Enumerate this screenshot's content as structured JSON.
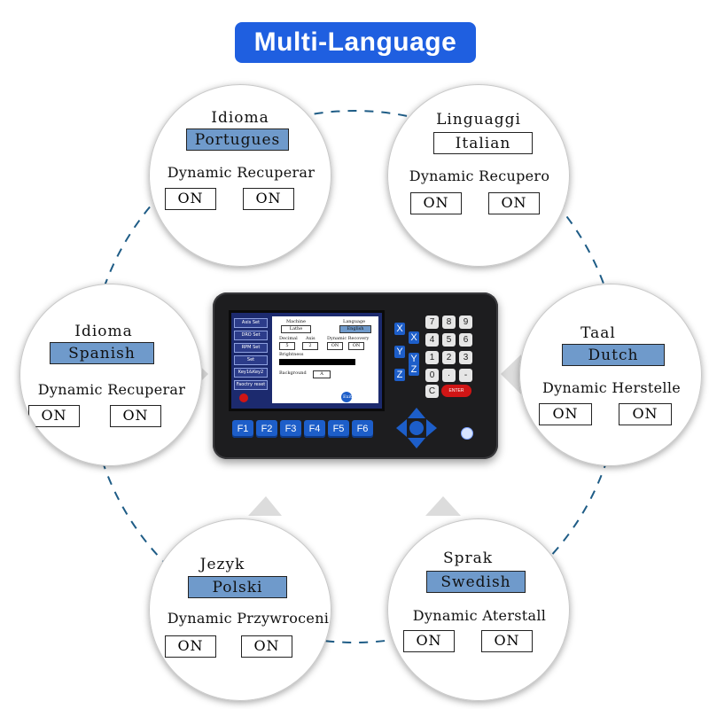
{
  "banner": {
    "title": "Multi-Language"
  },
  "device": {
    "sidebar": [
      "Axis Set",
      "DRO Set",
      "RPM Set",
      "Set",
      "Key1&Key2",
      "Faoctry reset"
    ],
    "fields": {
      "machine_label": "Machine",
      "machine_value": "Lathe",
      "language_label": "Language",
      "language_value": "English",
      "decimal_label": "Decimal",
      "decimal_value": "5",
      "axis_label": "Axis",
      "axis_value": "2",
      "dyn_label": "Dynamic Recovery",
      "dyn_on1": "ON",
      "dyn_on2": "ON",
      "brightness_label": "Brightness",
      "background_label": "Background",
      "background_value": "A",
      "exit_label": "Exit"
    },
    "axis_keys": [
      "X",
      "X",
      "Y",
      "Y",
      "Z",
      "Z"
    ],
    "num_keys": [
      "7",
      "8",
      "9",
      "4",
      "5",
      "6",
      "1",
      "2",
      "3",
      "0",
      "·",
      "-",
      "C"
    ],
    "enter_label": "ENTER",
    "f_keys": [
      "F1",
      "F2",
      "F3",
      "F4",
      "F5",
      "F6"
    ]
  },
  "bubbles": [
    {
      "id": "portuguese",
      "language_label": "Idioma",
      "language_value": "Portugues",
      "selected": true,
      "dynamic_label": "Dynamic Recuperar",
      "on1": "ON",
      "on2": "ON"
    },
    {
      "id": "italian",
      "language_label": "Linguaggi",
      "language_value": "Italian",
      "selected": false,
      "dynamic_label": "Dynamic Recupero",
      "on1": "ON",
      "on2": "ON"
    },
    {
      "id": "spanish",
      "language_label": "Idioma",
      "language_value": "Spanish",
      "selected": true,
      "dynamic_label": "Dynamic Recuperar",
      "on1": "ON",
      "on2": "ON"
    },
    {
      "id": "dutch",
      "language_label": "Taal",
      "language_value": "Dutch",
      "selected": true,
      "dynamic_label": "Dynamic Herstelle",
      "on1": "ON",
      "on2": "ON"
    },
    {
      "id": "polish",
      "language_label": "Jezyk",
      "language_value": "Polski",
      "selected": true,
      "dynamic_label": "Dynamic Przywroceni",
      "on1": "ON",
      "on2": "ON"
    },
    {
      "id": "swedish",
      "language_label": "Sprak",
      "language_value": "Swedish",
      "selected": true,
      "dynamic_label": "Dynamic Aterstall",
      "on1": "ON",
      "on2": "ON"
    }
  ],
  "colors": {
    "banner": "#1f5fe0",
    "selected_value": "#6f9acb",
    "dashed_ring": "#1e5c86",
    "key_blue": "#1d5ec9"
  }
}
